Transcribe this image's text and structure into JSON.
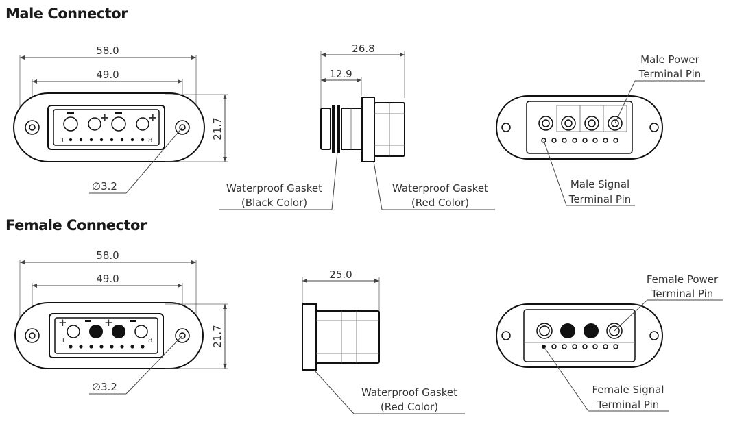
{
  "sections": {
    "male_title": "Male Connector",
    "female_title": "Female Connector"
  },
  "male": {
    "dim_width_outer": "58.0",
    "dim_width_inner": "49.0",
    "dim_height": "21.7",
    "dim_hole": "3.2",
    "dim_side_total": "26.8",
    "dim_side_partial": "12.9",
    "pin_label_left": "1",
    "pin_label_right": "8",
    "gasket_black_line1": "Waterproof Gasket",
    "gasket_black_line2": "(Black Color)",
    "gasket_red_line1": "Waterproof Gasket",
    "gasket_red_line2": "(Red Color)",
    "power_pin_line1": "Male Power",
    "power_pin_line2": "Terminal Pin",
    "signal_pin_line1": "Male Signal",
    "signal_pin_line2": "Terminal Pin"
  },
  "female": {
    "dim_width_outer": "58.0",
    "dim_width_inner": "49.0",
    "dim_height": "21.7",
    "dim_hole": "3.2",
    "dim_side_total": "25.0",
    "pin_label_left": "1",
    "pin_label_right": "8",
    "gasket_red_line1": "Waterproof Gasket",
    "gasket_red_line2": "(Red Color)",
    "power_pin_line1": "Female Power",
    "power_pin_line2": "Terminal Pin",
    "signal_pin_line1": "Female Signal",
    "signal_pin_line2": "Terminal Pin"
  },
  "symbols": {
    "diameter": "∅",
    "plus": "+",
    "minus": "−"
  }
}
